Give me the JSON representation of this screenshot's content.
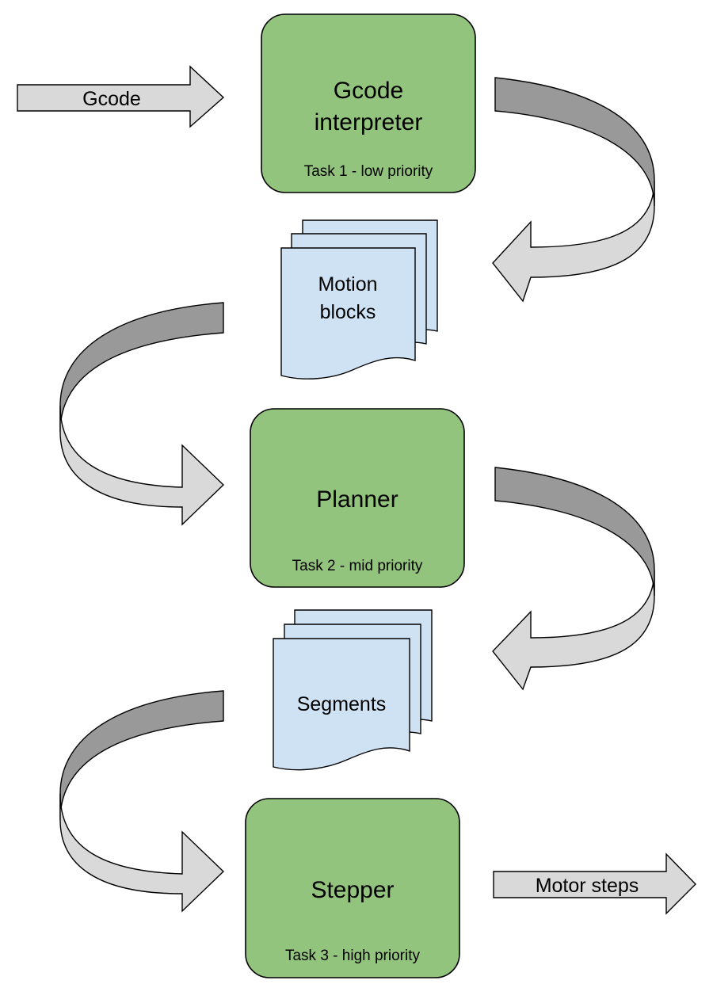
{
  "input_arrow": {
    "label": "Gcode"
  },
  "output_arrow": {
    "label": "Motor steps"
  },
  "tasks": [
    {
      "title_line1": "Gcode",
      "title_line2": "interpreter",
      "subtitle": "Task 1 - low priority"
    },
    {
      "title_line1": "Planner",
      "subtitle": "Task 2 - mid priority"
    },
    {
      "title_line1": "Stepper",
      "subtitle": "Task 3 - high priority"
    }
  ],
  "buffers": [
    {
      "line1": "Motion",
      "line2": "blocks"
    },
    {
      "line1": "Segments"
    }
  ],
  "colors": {
    "task_fill": "#93c47d",
    "buffer_fill": "#cfe2f3",
    "arrow_light": "#d9d9d9",
    "arrow_dark": "#999999"
  }
}
